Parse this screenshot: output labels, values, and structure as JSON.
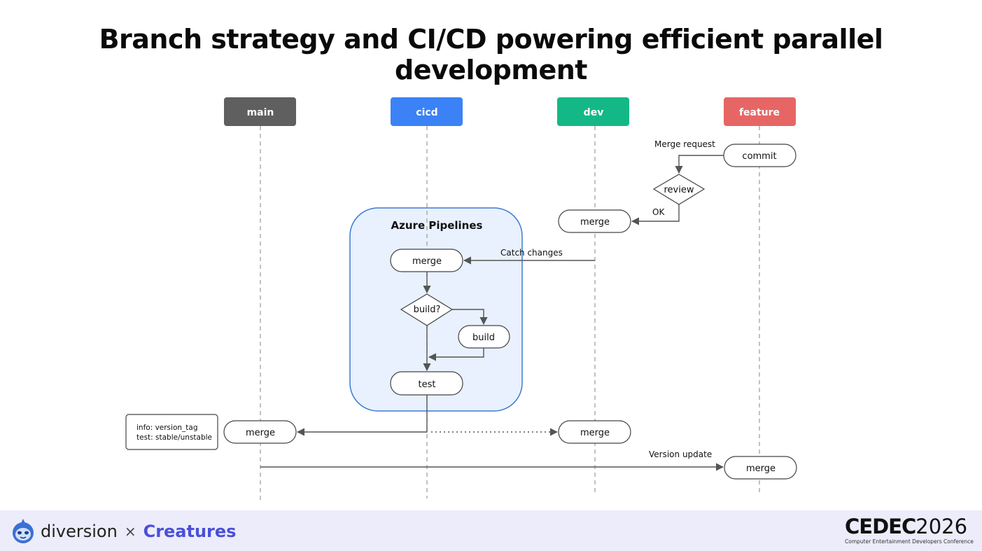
{
  "slide": {
    "title": "Branch strategy and CI/CD powering efficient parallel development"
  },
  "lanes": [
    {
      "key": "main",
      "label": "main",
      "color": "#5f5f5f"
    },
    {
      "key": "cicd",
      "label": "cicd",
      "color": "#3b82f6"
    },
    {
      "key": "dev",
      "label": "dev",
      "color": "#14b886"
    },
    {
      "key": "feature",
      "label": "feature",
      "color": "#e66666"
    }
  ],
  "pipeline": {
    "label": "Azure Pipelines",
    "fill": "#e8f1fd",
    "stroke": "#3a7bd5"
  },
  "nodes": {
    "commit": "commit",
    "review": "review",
    "dev_merge_1": "merge",
    "cicd_merge": "merge",
    "build_q": "build?",
    "build": "build",
    "test": "test",
    "main_merge": "merge",
    "dev_merge_2": "merge",
    "feature_merge": "merge"
  },
  "edge_labels": {
    "merge_request": "Merge request",
    "ok": "OK",
    "catch_changes": "Catch changes",
    "version_update": "Version update"
  },
  "info_note": {
    "line1": "info: version_tag",
    "line2": "test: stable/unstable"
  },
  "footer": {
    "brand": "diversion",
    "times": "×",
    "partner": "Creatures",
    "conference_mark": "CEDEC",
    "conference_year": "2026",
    "conference_full": "Computer Entertainment Developers Conference"
  }
}
